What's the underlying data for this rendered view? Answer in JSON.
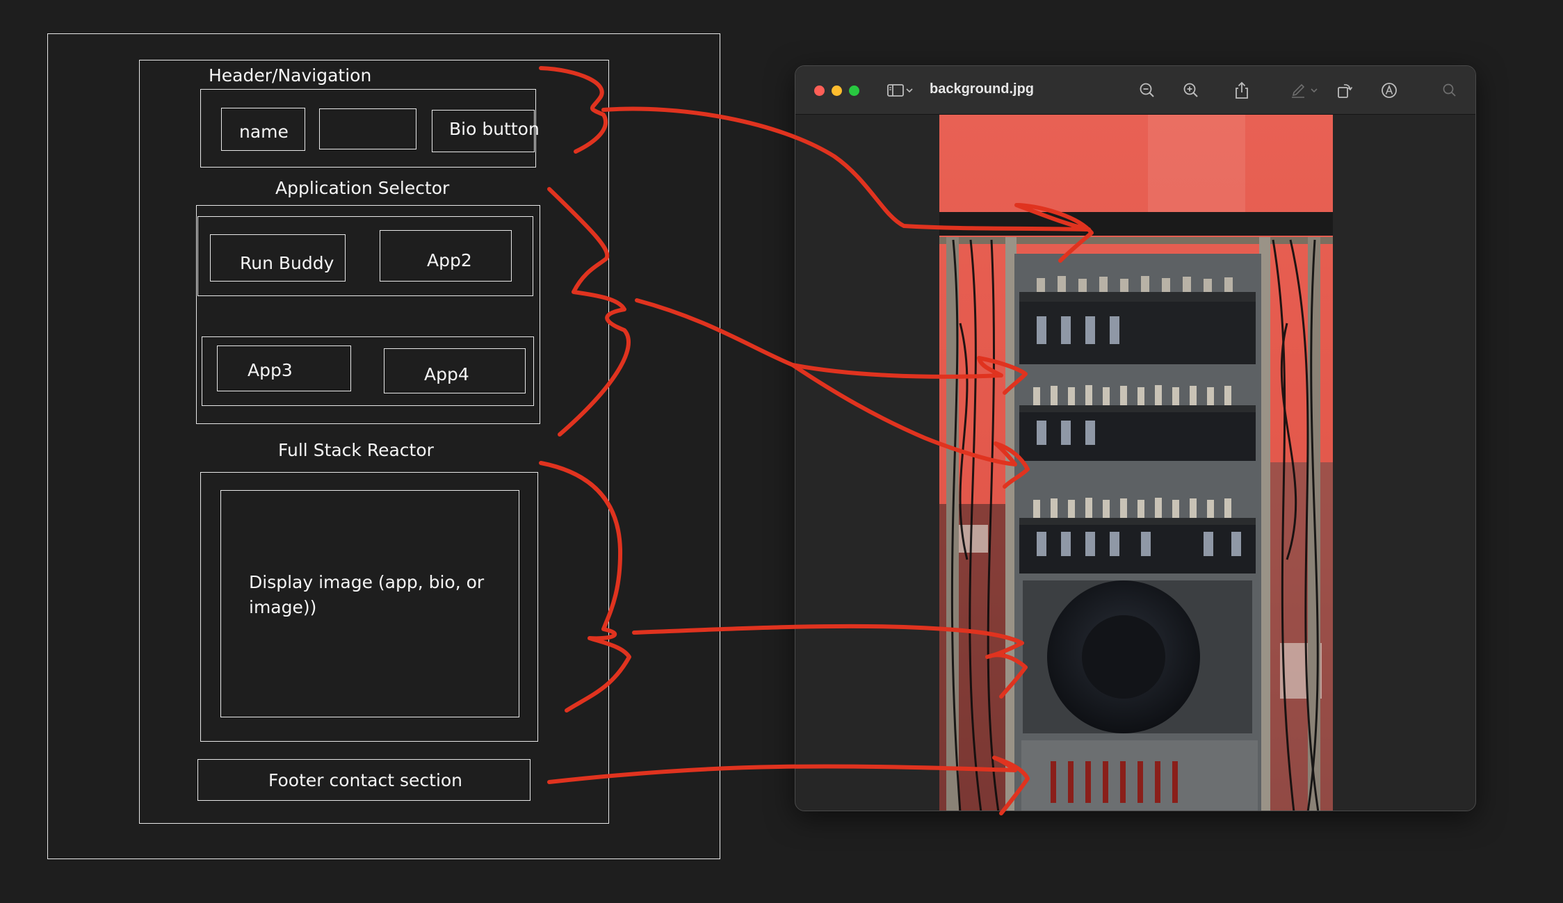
{
  "wireframe": {
    "header_label": "Header/Navigation",
    "nav_name": "name",
    "nav_empty": "",
    "nav_bio": "Bio button",
    "apps_label": "Application Selector",
    "app1": "Run Buddy",
    "app2": "App2",
    "app3": "App3",
    "app4": "App4",
    "display_label": "Full Stack Reactor",
    "display_text": "Display image (app, bio, or image))",
    "footer": "Footer contact section"
  },
  "preview": {
    "file_name": "background.jpg",
    "traffic_colors": [
      "#ff5f57",
      "#febc2e",
      "#28c840"
    ],
    "toolbar_icons": [
      "sidebar-toggle-icon",
      "chevron-down-icon",
      "zoom-out-icon",
      "zoom-in-icon",
      "share-icon",
      "markup-pen-icon",
      "chevron-down-icon",
      "rotate-icon",
      "annotate-icon",
      "search-icon"
    ]
  },
  "colors": {
    "background": "#1e1e1e",
    "wire": "#e8e8e8",
    "annotation": "#e0331f",
    "photo_wall": "#e5574a"
  }
}
